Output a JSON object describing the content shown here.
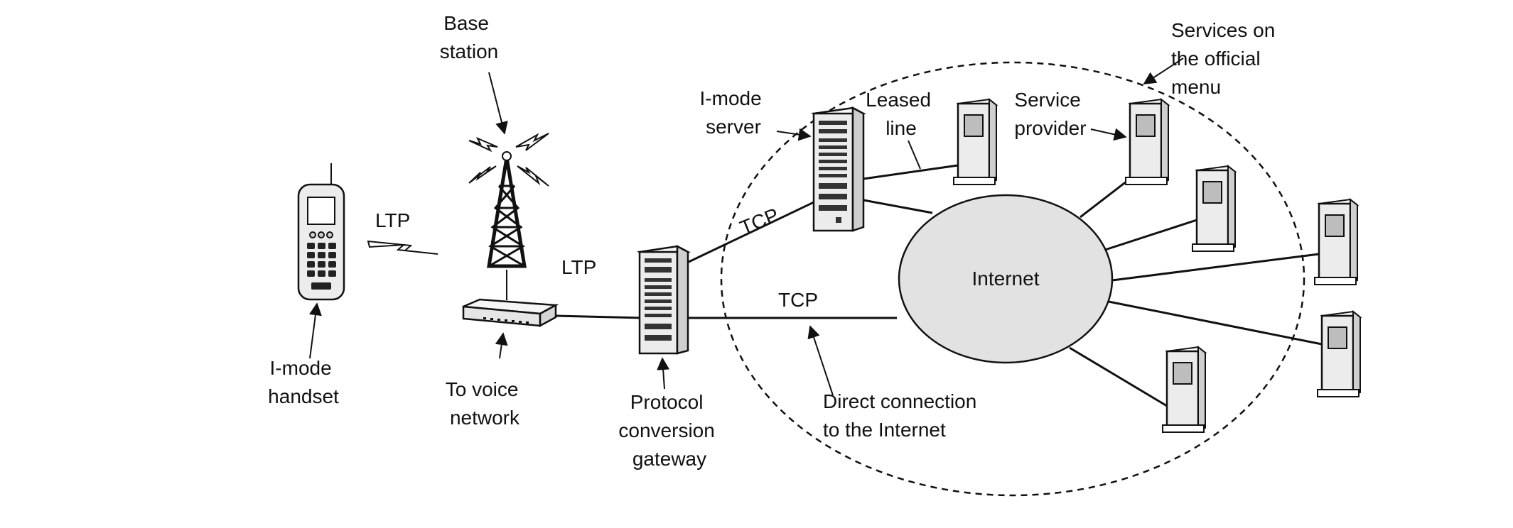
{
  "labels": {
    "base_station": [
      "Base",
      "station"
    ],
    "ltp_wireless": "LTP",
    "ltp_wired": "LTP",
    "handset": [
      "I-mode",
      "handset"
    ],
    "voice_network": [
      "To voice",
      "network"
    ],
    "gateway": [
      "Protocol",
      "conversion",
      "gateway"
    ],
    "imode_server": [
      "I-mode",
      "server"
    ],
    "leased_line": [
      "Leased",
      "line"
    ],
    "service_provider": [
      "Service",
      "provider"
    ],
    "official_menu": [
      "Services on",
      "the official",
      "menu"
    ],
    "tcp_upper": "TCP",
    "tcp_lower": "TCP",
    "internet": "Internet",
    "direct_connection": [
      "Direct connection",
      "to the Internet"
    ]
  },
  "colors": {
    "device_fill": "#ececec",
    "internet_fill": "#e2e2e2",
    "ink": "#111111"
  }
}
